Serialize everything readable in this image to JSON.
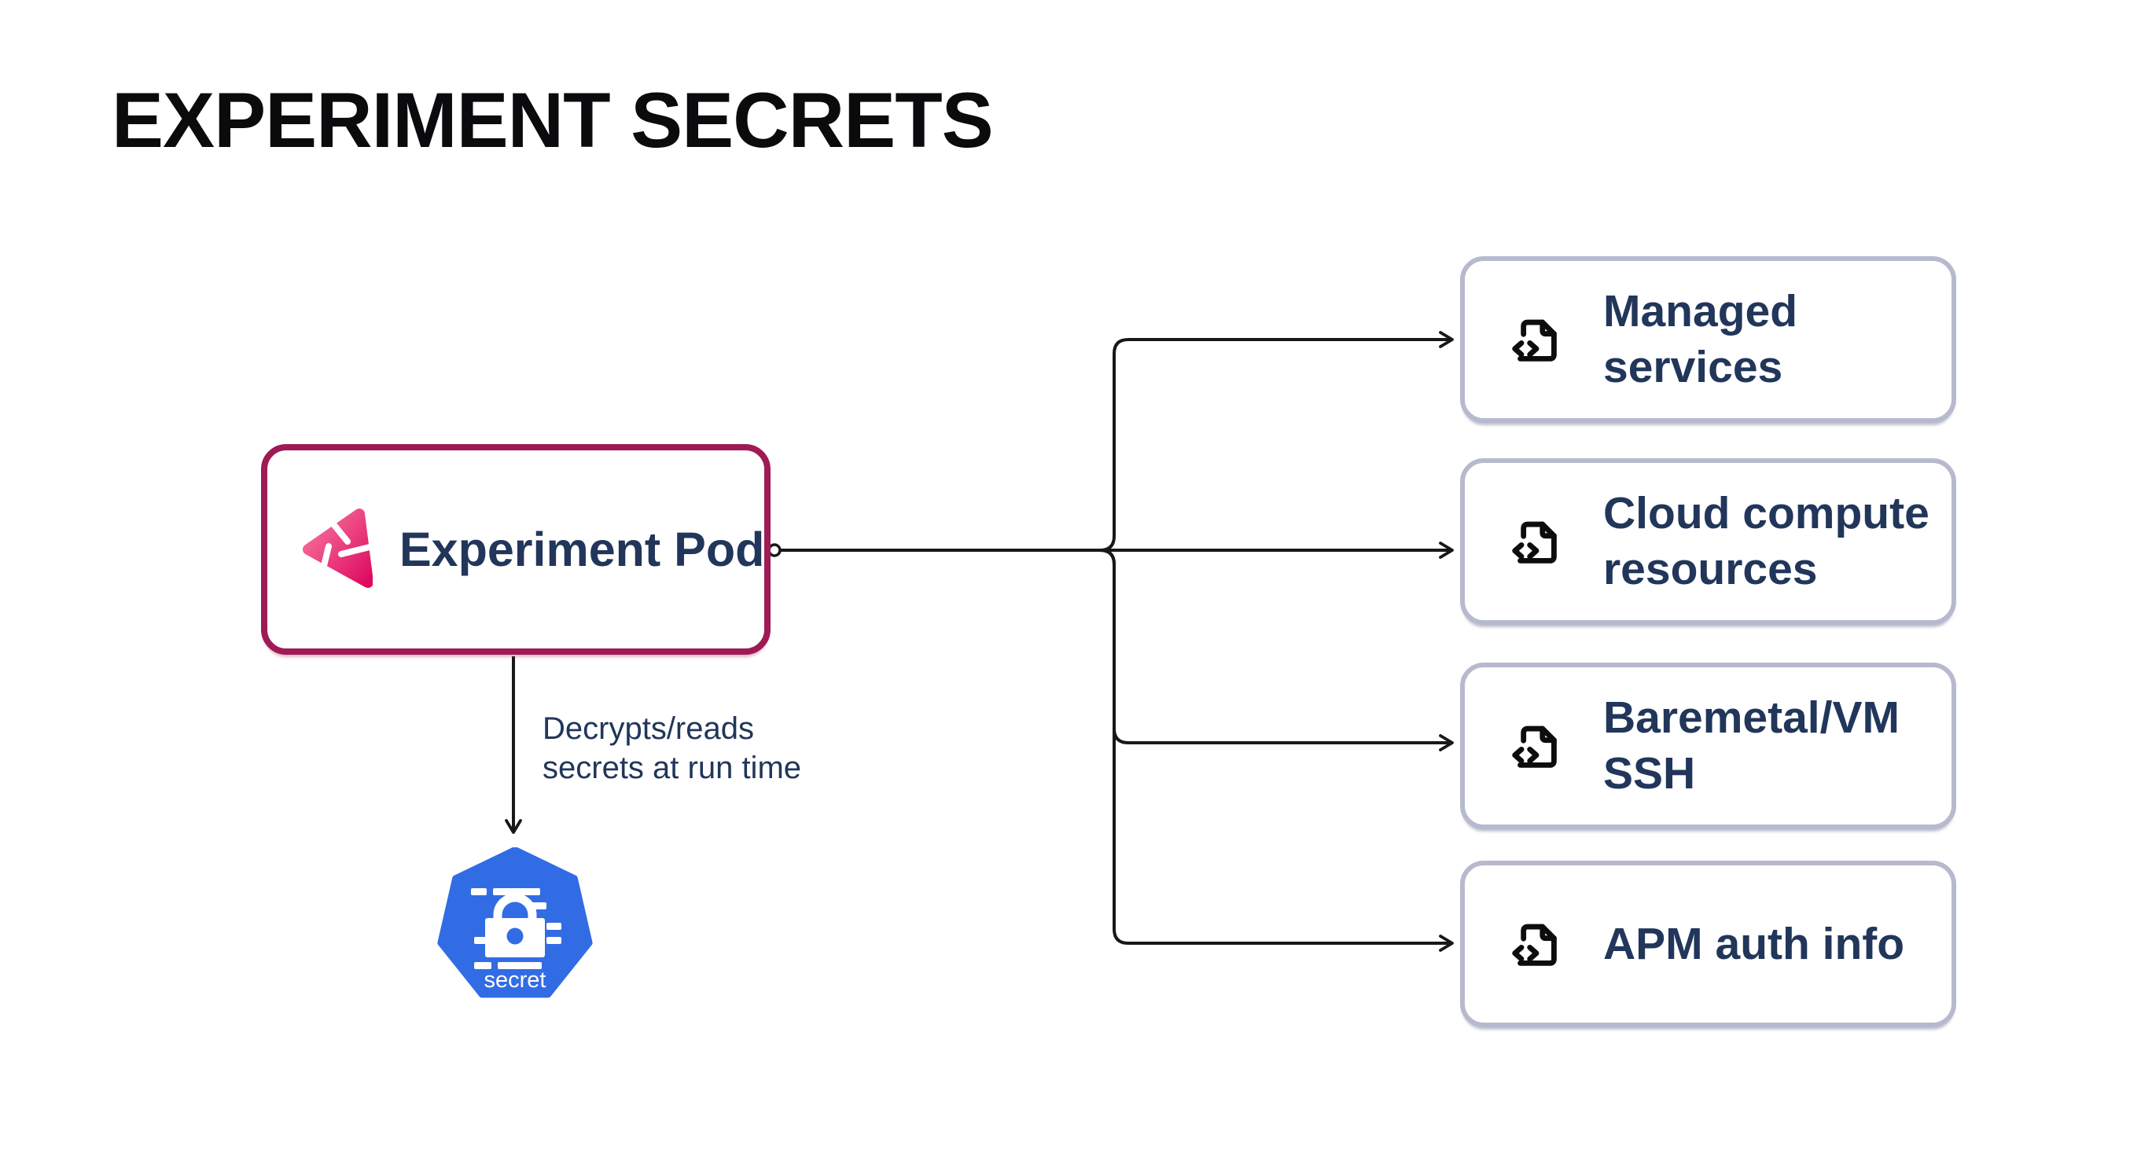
{
  "title": "EXPERIMENT SECRETS",
  "pod": {
    "label": "Experiment Pod",
    "icon": "litmus-chaos-experiment-icon"
  },
  "edge_label": {
    "lines": [
      "Decrypts/reads",
      "secrets at run time"
    ]
  },
  "secret_node": {
    "label": "secret",
    "icon": "kubernetes-secret-icon"
  },
  "targets": [
    {
      "id": "managed-services",
      "icon": "file-code-icon",
      "lines": [
        "Managed",
        "services"
      ]
    },
    {
      "id": "cloud-compute-resources",
      "icon": "file-code-icon",
      "lines": [
        "Cloud compute",
        "resources"
      ]
    },
    {
      "id": "baremetal-vm-ssh",
      "icon": "file-code-icon",
      "lines": [
        "Baremetal/VM",
        "SSH"
      ]
    },
    {
      "id": "apm-auth-info",
      "icon": "file-code-icon",
      "lines": [
        "APM auth info"
      ]
    }
  ],
  "colors": {
    "background": "#FFFFFF",
    "title_text": "#0B0B0D",
    "node_text": "#21365A",
    "pod_border": "#9E1B55",
    "target_border": "#B7B9CE",
    "connector": "#17181A",
    "kubernetes_blue": "#326CE5",
    "logo_pink_start": "#F9789F",
    "logo_pink_end": "#DE0A60"
  }
}
